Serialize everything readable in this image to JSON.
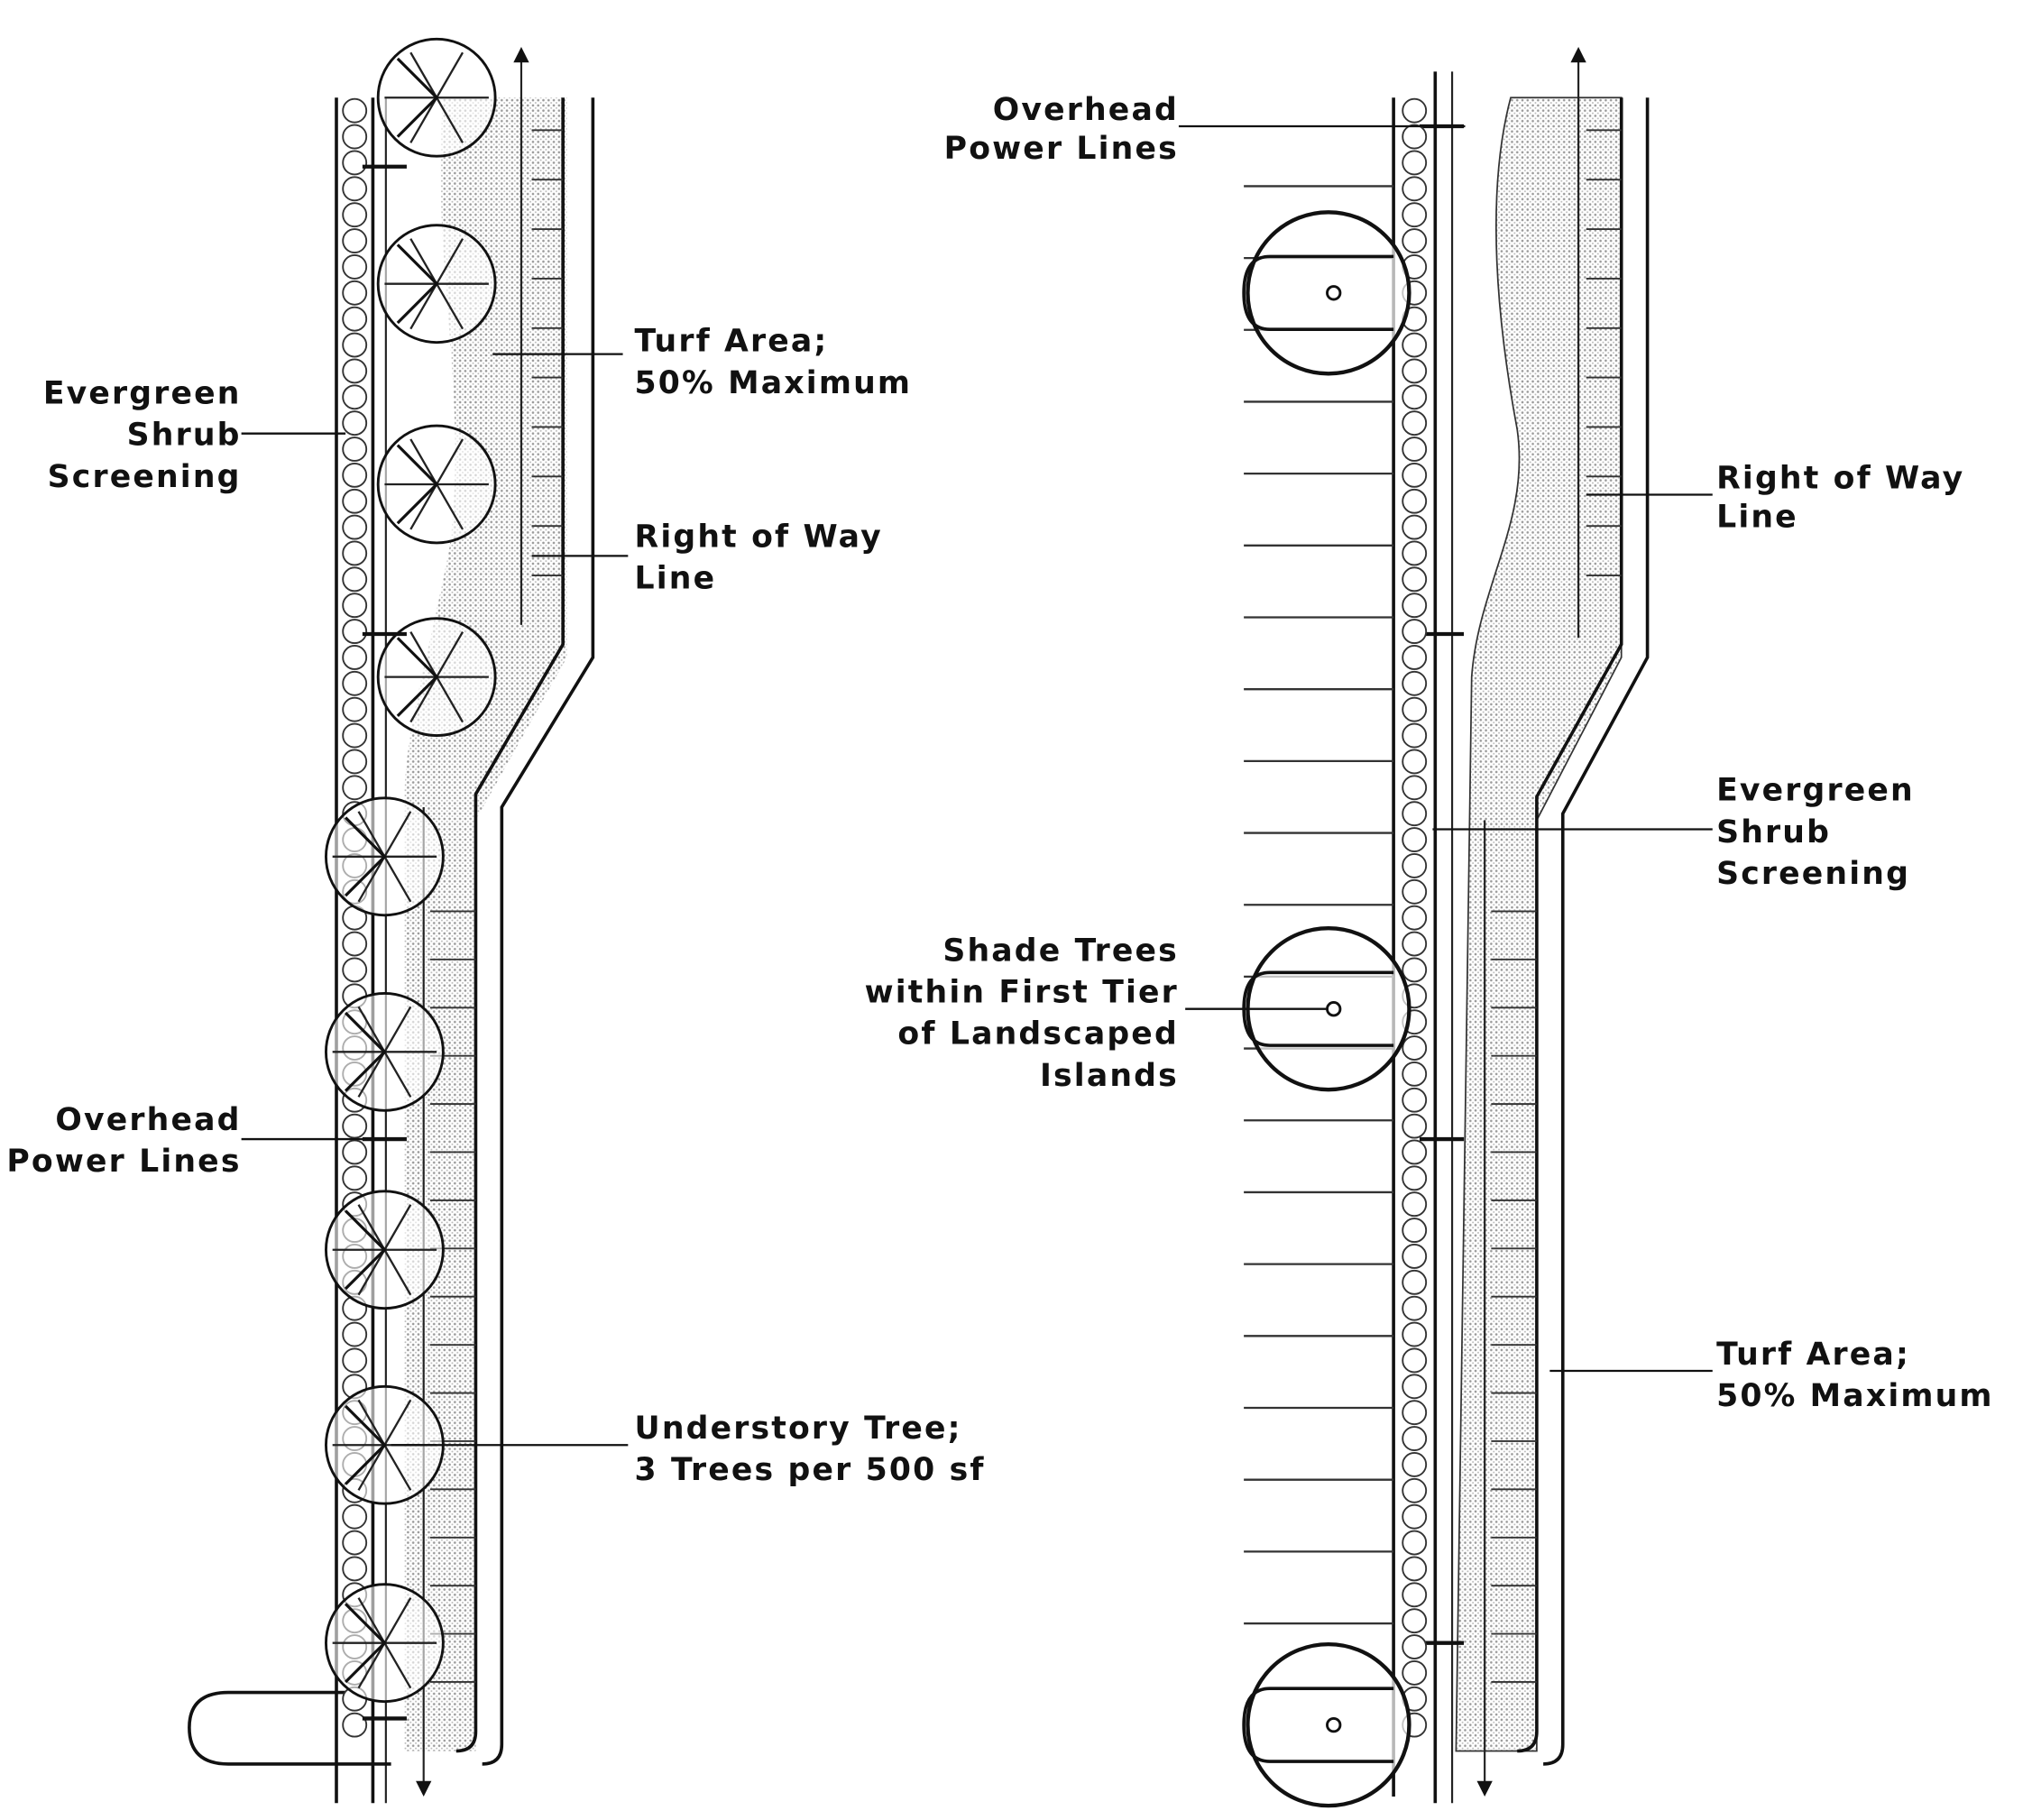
{
  "left_plan": {
    "shrub_label": [
      "Evergreen",
      "Shrub",
      "Screening"
    ],
    "turf_label": [
      "Turf Area;",
      "50% Maximum"
    ],
    "row_label": [
      "Right of Way",
      "Line"
    ],
    "power_label": [
      "Overhead",
      "Power Lines"
    ],
    "understory_label": [
      "Understory Tree;",
      "3 Trees per 500 sf"
    ]
  },
  "right_plan": {
    "power_label": [
      "Overhead",
      "Power Lines"
    ],
    "row_label": [
      "Right of Way",
      "Line"
    ],
    "shrub_label": [
      "Evergreen",
      "Shrub",
      "Screening"
    ],
    "shade_label": [
      "Shade Trees",
      "within First Tier",
      "of Landscaped",
      "Islands"
    ],
    "turf_label": [
      "Turf Area;",
      "50% Maximum"
    ]
  }
}
